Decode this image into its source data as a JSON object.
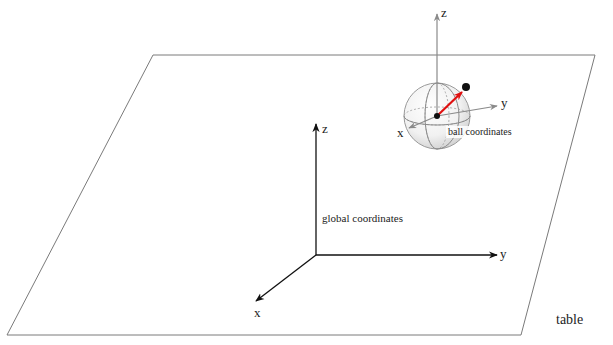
{
  "diagram": {
    "labels": [
      "z",
      "y",
      "ball coordinates",
      "x",
      "z",
      "global coordinates",
      "y",
      "x",
      "table"
    ]
  }
}
